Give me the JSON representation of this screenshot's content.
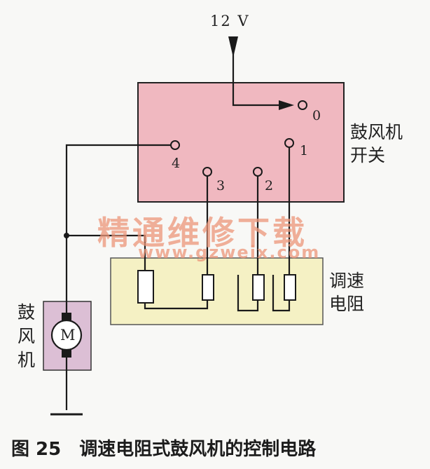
{
  "supply_label": "12 V",
  "switch_label": [
    "鼓风机",
    "开关"
  ],
  "terminals": {
    "t0": "0",
    "t1": "1",
    "t2": "2",
    "t3": "3",
    "t4": "4"
  },
  "resistor_label": [
    "调速",
    "电阻"
  ],
  "blower_label": [
    "鼓",
    "风",
    "机"
  ],
  "motor_symbol": "M",
  "watermark": {
    "cn": "精通维修下载",
    "url": "www.gzweix.com"
  },
  "caption": "图 25　调速电阻式鼓风机的控制电路",
  "colors": {
    "switch_fill": "#f0b8c0",
    "resistor_fill": "#f5f1c4",
    "blower_fill": "#dcbfd5",
    "wire": "#1a1a1a",
    "watermark": "#ec9678"
  }
}
